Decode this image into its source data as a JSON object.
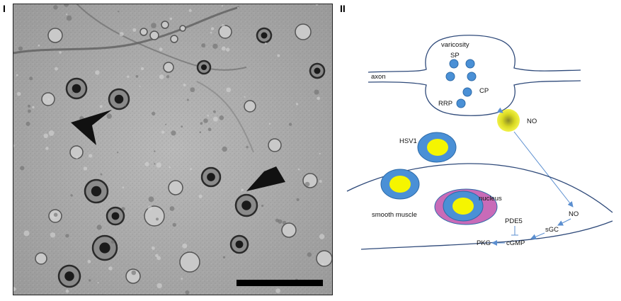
{
  "panels": {
    "left_label": "I",
    "right_label": "II"
  },
  "diagram": {
    "varicosity": "varicosity",
    "axon": "axon",
    "sp": "SP",
    "cp": "CP",
    "rrp": "RRP",
    "no_top": "NO",
    "hsv1": "HSV1",
    "nucleus": "nucleus",
    "smooth_muscle": "smooth muscle",
    "pde5": "PDE5",
    "no_cell": "NO",
    "sgc": "sGC",
    "pkg": "PKG",
    "cgmp": "cGMP"
  },
  "colors": {
    "vesicle_blue": "#4a90d6",
    "vesicle_stroke": "#2d6aa8",
    "yolk_yellow": "#f5f500",
    "nucleus_magenta": "#c86bb8",
    "line": "#2f4a7a",
    "arrow": "#5b8fd0"
  }
}
